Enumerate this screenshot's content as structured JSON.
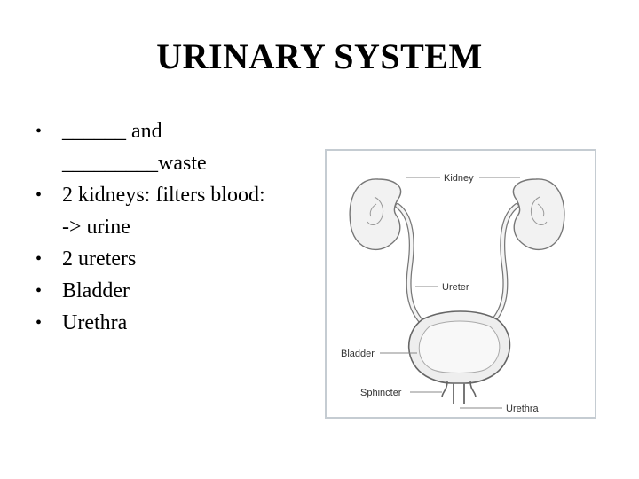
{
  "slide": {
    "title": "URINARY SYSTEM",
    "bullets": [
      {
        "line1": "______ and",
        "line2": "_________waste"
      },
      {
        "line1": "2 kidneys: filters blood:",
        "line2": "-> urine"
      },
      {
        "line1": "2 ureters",
        "line2": ""
      },
      {
        "line1": "Bladder",
        "line2": ""
      },
      {
        "line1": "Urethra",
        "line2": ""
      }
    ],
    "bullet_symbol": "•"
  },
  "diagram": {
    "labels": {
      "kidney": "Kidney",
      "ureter": "Ureter",
      "bladder": "Bladder",
      "sphincter": "Sphincter",
      "urethra": "Urethra"
    }
  }
}
